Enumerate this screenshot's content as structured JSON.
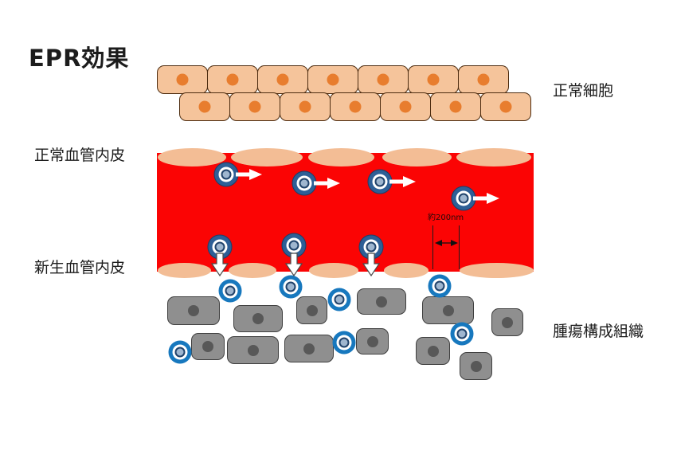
{
  "title": "EPR効果",
  "labels": {
    "normal_cells": "正常細胞",
    "normal_endothelium": "正常血管内皮",
    "neo_endothelium": "新生血管内皮",
    "tumor_tissue": "腫瘍構成組織",
    "gap_size": "約200nm"
  },
  "figure_counts": {
    "normal_cells_row1": 7,
    "normal_cells_row2": 7,
    "endothelial_cells_top_edge": 5,
    "endothelial_cells_bottom_edge": 5,
    "particles_flowing_in_vessel": 4,
    "particles_exiting_through_gaps": 3,
    "particles_in_tumor_tissue": 7,
    "tumor_cells": 12
  },
  "colors": {
    "vessel_red": "#FB0404",
    "normal_cell_fill": "#F5C49B",
    "normal_cell_border": "#4d2c10",
    "normal_cell_nucleus": "#E87D2E",
    "endothelium_fill": "#F3BD95",
    "tumor_cell_fill": "#8F8F8F",
    "tumor_cell_border": "#3f3f3f",
    "tumor_cell_nucleus": "#585858",
    "particle_ring_vessel": "#2E5F96",
    "particle_ring_free": "#1778BE",
    "particle_core": "#9FB6CF",
    "particle_core_border": "#20426A",
    "arrow_white": "#FFFFFF",
    "text_color": "#1c1c1c"
  }
}
